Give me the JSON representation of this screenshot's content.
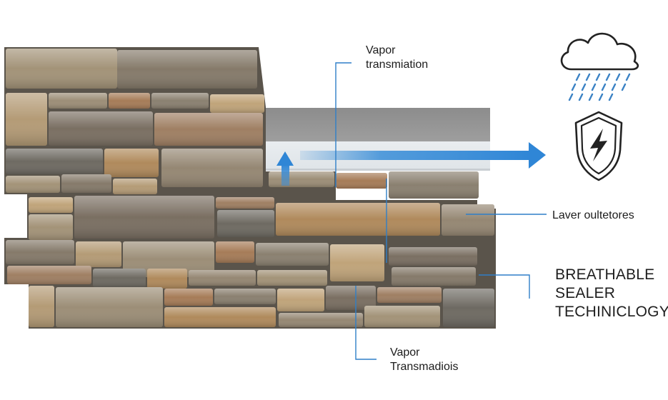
{
  "labels": {
    "vapor_top_line1": "Vapor",
    "vapor_top_line2": "transmiation",
    "vapor_bottom_line1": "Vapor",
    "vapor_bottom_line2": "Transmadiois",
    "layer": "Laver oultetores",
    "tech_line1": "BREATHABLE",
    "tech_line2": "SEALER",
    "tech_line3": "TECHINICLOGY"
  },
  "icons": {
    "weather": "rain-cloud-icon",
    "protection": "shield-lightning-icon"
  },
  "colors": {
    "accent_blue": "#3a8ed8",
    "callout_blue": "#2f7fc8",
    "sealer_gray": "#8f8f8f",
    "icon_stroke": "#222222",
    "rain_blue": "#3b82c4"
  }
}
